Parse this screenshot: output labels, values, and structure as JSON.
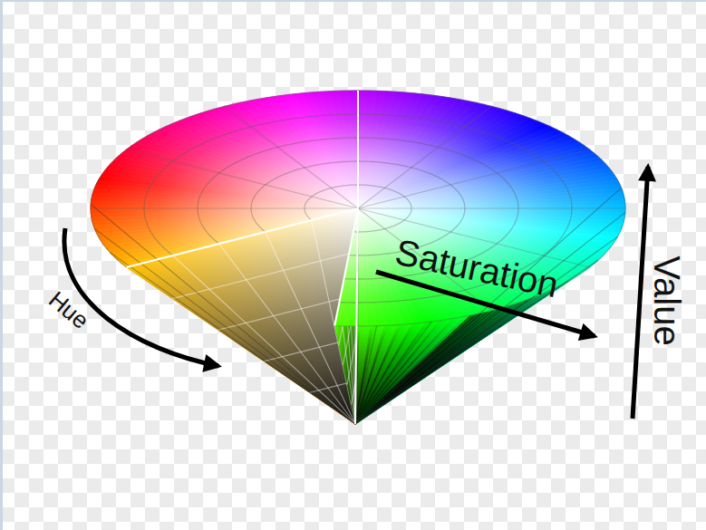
{
  "diagram": {
    "labels": [
      "Hue",
      "Saturation",
      "Value"
    ]
  }
}
